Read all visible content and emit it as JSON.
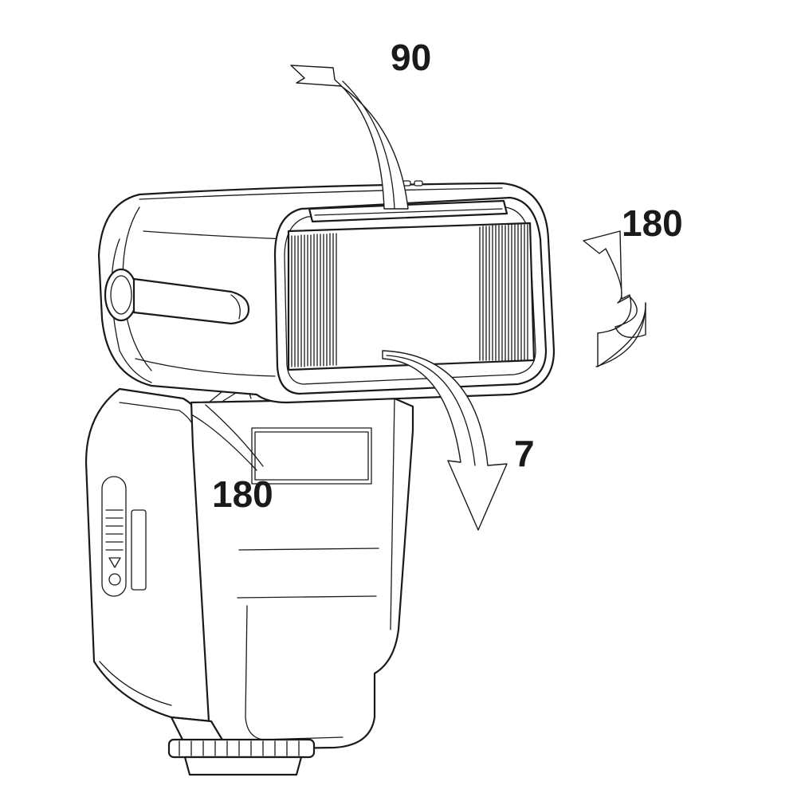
{
  "diagram": {
    "labels": {
      "tilt_up": "90",
      "rotate_right": "180",
      "tilt_down": "7",
      "rotate_left": "180"
    },
    "colors": {
      "line": "#1a1a1a",
      "background": "#ffffff"
    }
  }
}
